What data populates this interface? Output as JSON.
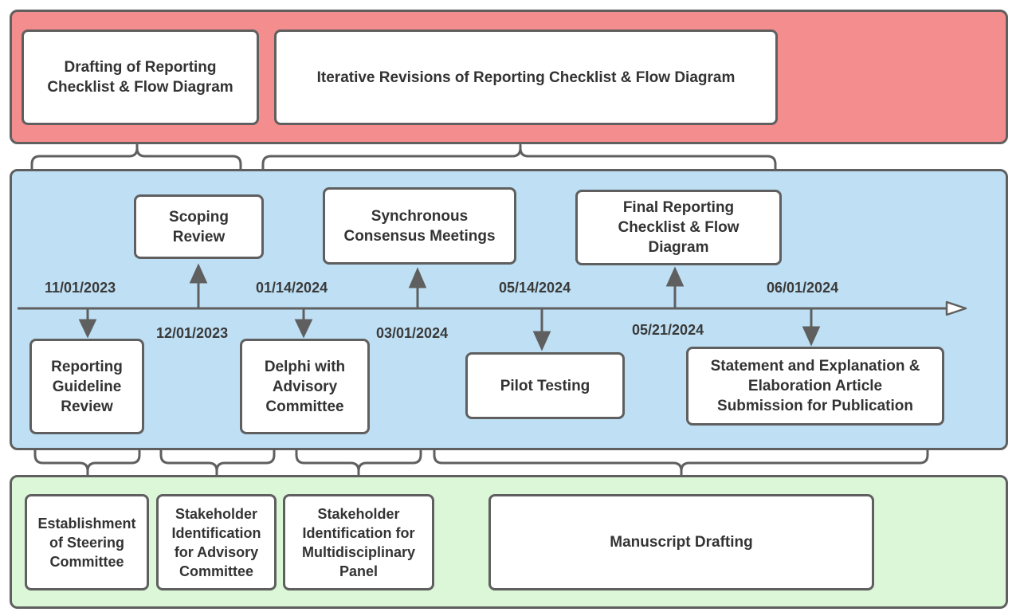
{
  "colors": {
    "top_band": "#f48d8d",
    "middle_band": "#bfe0f4",
    "bottom_band": "#dcf7d8",
    "outline": "#5f5f5f",
    "box_fill": "#ffffff"
  },
  "top": {
    "drafting": "Drafting of Reporting\nChecklist & Flow Diagram",
    "iterative": "Iterative Revisions of Reporting Checklist & Flow Diagram"
  },
  "timeline": {
    "above": {
      "scoping": "Scoping\nReview",
      "synchronous": "Synchronous\nConsensus Meetings",
      "final": "Final Reporting\nChecklist & Flow\nDiagram"
    },
    "below": {
      "reporting_guideline": "Reporting\nGuideline\nReview",
      "delphi": "Delphi with\nAdvisory\nCommittee",
      "pilot": "Pilot Testing",
      "statement": "Statement and Explanation &\nElaboration Article\nSubmission for Publication"
    },
    "dates": {
      "d1": "11/01/2023",
      "d2": "12/01/2023",
      "d3": "01/14/2024",
      "d4": "03/01/2024",
      "d5": "05/14/2024",
      "d6": "05/21/2024",
      "d7": "06/01/2024"
    }
  },
  "bottom": {
    "steering": "Establishment\nof Steering\nCommittee",
    "advisory": "Stakeholder\nIdentification\nfor Advisory\nCommittee",
    "multidisciplinary": "Stakeholder\nIdentification for\nMultidisciplinary\nPanel",
    "manuscript": "Manuscript Drafting"
  }
}
